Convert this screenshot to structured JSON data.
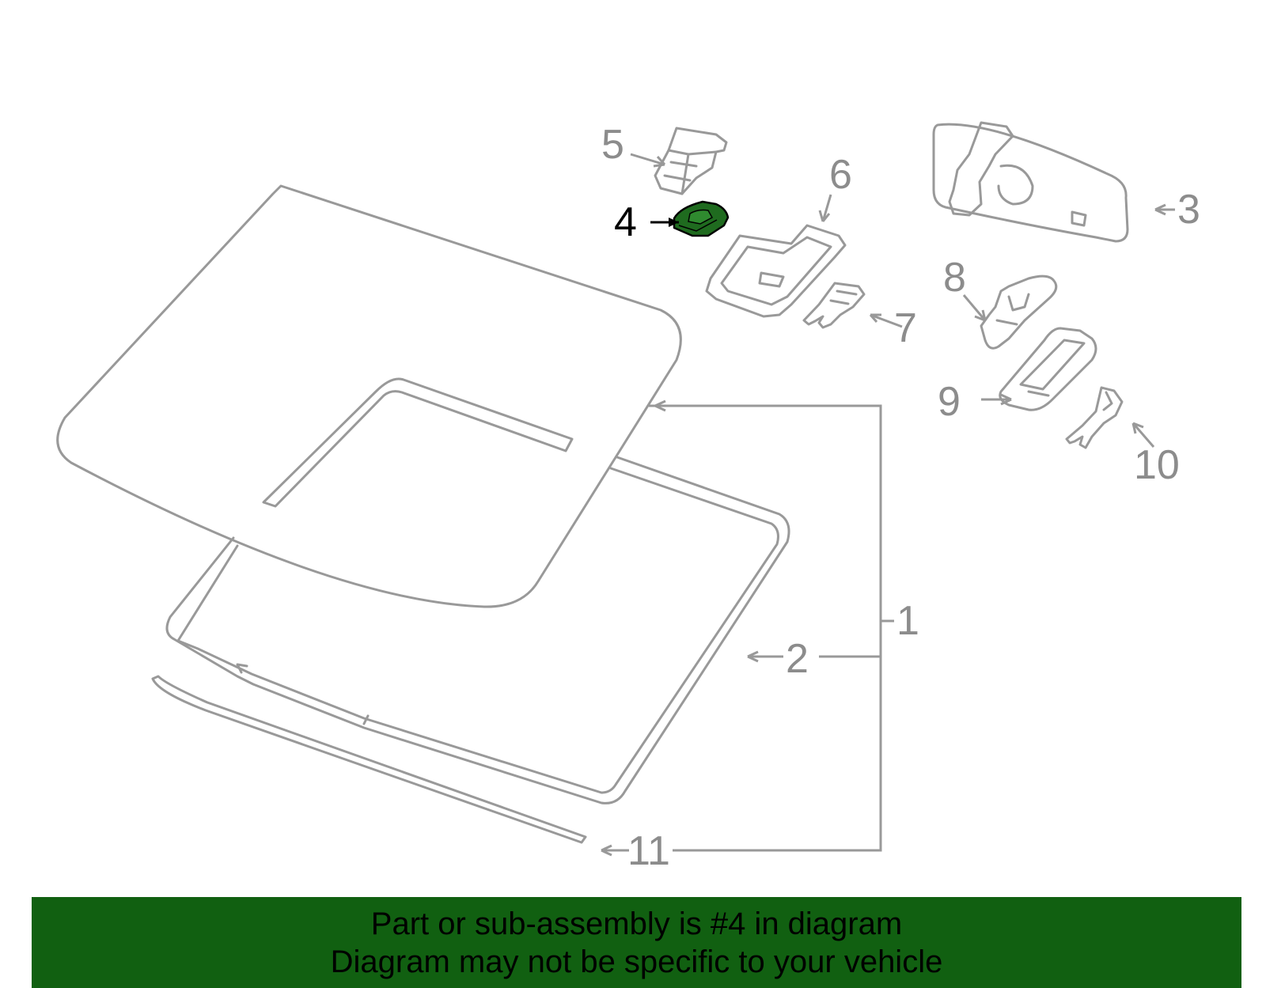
{
  "diagram": {
    "callouts": [
      {
        "id": "1",
        "text": "1"
      },
      {
        "id": "2",
        "text": "2"
      },
      {
        "id": "3",
        "text": "3"
      },
      {
        "id": "4",
        "text": "4",
        "highlighted": true
      },
      {
        "id": "5",
        "text": "5"
      },
      {
        "id": "6",
        "text": "6"
      },
      {
        "id": "7",
        "text": "7"
      },
      {
        "id": "8",
        "text": "8"
      },
      {
        "id": "9",
        "text": "9"
      },
      {
        "id": "10",
        "text": "10"
      },
      {
        "id": "11",
        "text": "11"
      }
    ],
    "colors": {
      "line": "#999999",
      "label": "#8c8c8c",
      "highlight_fill": "#1f6b1f",
      "highlight_label": "#000000",
      "banner": "#116011"
    }
  },
  "banner": {
    "line1": "Part or sub-assembly is #4 in diagram",
    "line2": "Diagram may not be specific to your vehicle"
  }
}
